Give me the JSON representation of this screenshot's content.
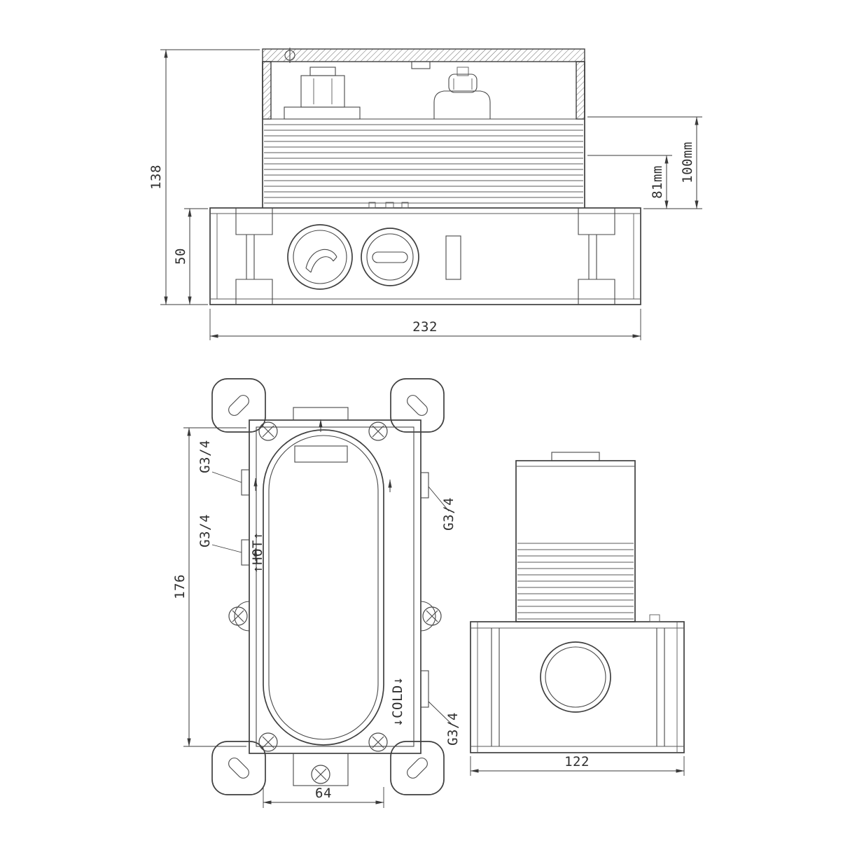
{
  "front_view": {
    "dims": {
      "total_height": "138",
      "body_height": "50",
      "body_width": "232",
      "depth_inner": "81mm",
      "depth_outer": "100mm"
    }
  },
  "plan_view": {
    "dims": {
      "length": "176",
      "opening_width": "64"
    },
    "labels": {
      "g34_left_top": "G3/4",
      "g34_left_mid": "G3/4",
      "g34_right_top": "G3/4",
      "g34_right_bottom": "G3/4",
      "hot": "↑HOT↑",
      "cold": "↓COLD↓"
    }
  },
  "side_view": {
    "dims": {
      "width": "122"
    }
  },
  "colors": {
    "line": "#3f3f3f",
    "background": "#ffffff"
  }
}
